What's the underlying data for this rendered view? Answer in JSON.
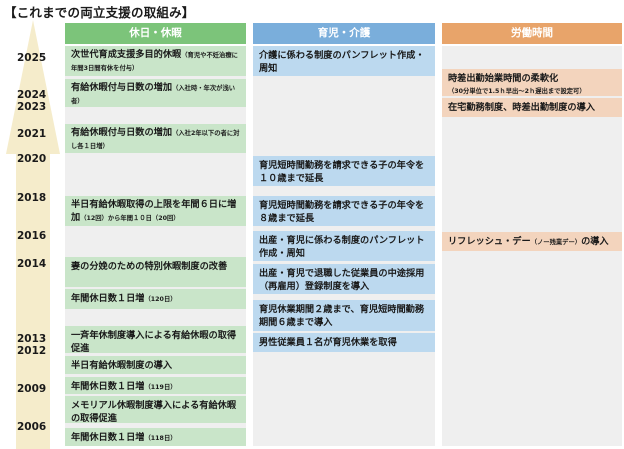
{
  "title": "【これまでの両立支援の取組み】",
  "columns": [
    {
      "label": "休日・休暇",
      "color": "#7cc47a"
    },
    {
      "label": "育児・介護",
      "color": "#7aaedb"
    },
    {
      "label": "労働時間",
      "color": "#e8a46a"
    }
  ],
  "arrow_color": "#f5eccb",
  "years": [
    "2025",
    "2024",
    "2023",
    "2021",
    "2020",
    "2018",
    "2016",
    "2014",
    "2013",
    "2012",
    "2009",
    "2006"
  ],
  "leave": [
    {
      "main": "次世代育成支援多目的休暇",
      "sub": "（育児や不妊治療に年間3日間有休を付与）"
    },
    {
      "main": "有給休暇付与日数の増加",
      "sub": "（入社時・年次が浅い者）"
    },
    {
      "main": "有給休暇付与日数の増加",
      "sub": "（入社2年以下の者に対し各１日増）"
    },
    {
      "main": "半日有給休暇取得の上限を年間６日に増加",
      "sub": "（12回）から年間１０日（20回）"
    },
    {
      "main": "妻の分娩のための特別休暇制度の改善",
      "sub": ""
    },
    {
      "main": "年間休日数１日増",
      "sub": "（120日）"
    },
    {
      "main": "一斉年休制度導入による有給休暇の取得促進",
      "sub": ""
    },
    {
      "main": "半日有給休暇制度の導入",
      "sub": ""
    },
    {
      "main": "年間休日数１日増",
      "sub": "（119日）"
    },
    {
      "main": "メモリアル休暇制度導入による有給休暇の取得促進",
      "sub": ""
    },
    {
      "main": "年間休日数１日増",
      "sub": "（118日）"
    }
  ],
  "childcare": [
    {
      "main": "介護に係わる制度のパンフレット作成・周知"
    },
    {
      "main": "育児短時間勤務を請求できる子の年令を１０歳まで延長"
    },
    {
      "main": "育児短時間勤務を請求できる子の年令を８歳まで延長"
    },
    {
      "main": "出産・育児に係わる制度のパンフレット作成・周知"
    },
    {
      "main": "出産・育児で退職した従業員の中途採用（再雇用）登録制度を導入"
    },
    {
      "main": "育児休業期間２歳まで、育児短時間勤務期間６歳まで導入"
    },
    {
      "main": "男性従業員１名が育児休業を取得"
    }
  ],
  "hours": [
    {
      "main": "時差出勤始業時間の柔軟化",
      "sub": "（30分単位で1.5ｈ早出～2ｈ遅出まで設定可）"
    },
    {
      "main": "在宅勤務制度、時差出勤制度の導入",
      "sub": ""
    },
    {
      "main": "リフレッシュ・デー",
      "sub": "（ノー残業デー）",
      "tail": "の導入"
    }
  ]
}
